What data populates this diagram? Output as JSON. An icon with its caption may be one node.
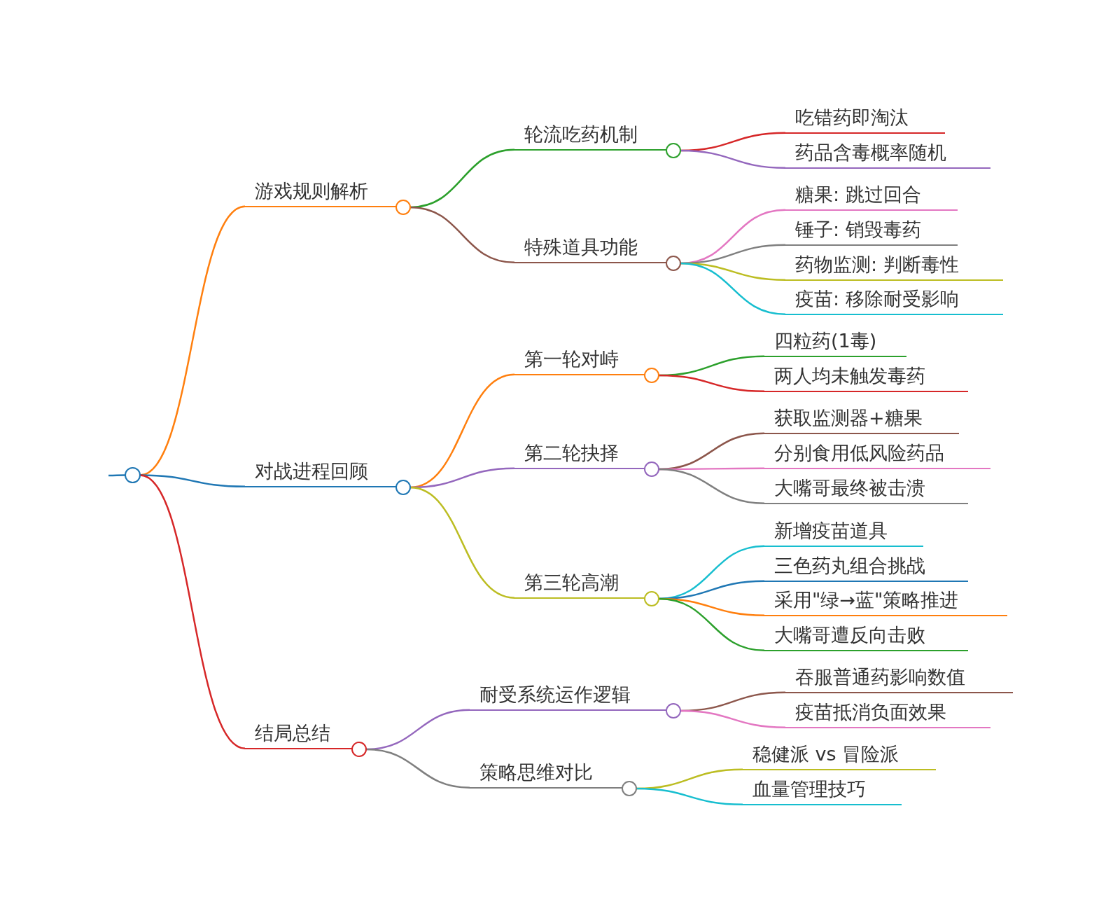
{
  "diagram": {
    "nodes": [
      {
        "text": [],
        "shape": "circle"
      },
      {
        "text": [
          "游戏规则解析"
        ]
      },
      {
        "text": [
          "轮流吃药机制"
        ]
      },
      {
        "text": [
          "吃错药即淘汰"
        ]
      },
      {
        "text": [
          "药品含毒概率随机"
        ]
      },
      {
        "text": [
          "特殊道具功能"
        ]
      },
      {
        "text": [
          "糖果: 跳过回合"
        ]
      },
      {
        "text": [
          "锤子: 销毁毒药"
        ]
      },
      {
        "text": [
          "药物监测: 判断毒性"
        ]
      },
      {
        "text": [
          "疫苗: 移除耐受影响"
        ]
      },
      {
        "text": [
          "对战进程回顾"
        ]
      },
      {
        "text": [
          "第一轮对峙"
        ]
      },
      {
        "text": [
          "四粒药(1毒)"
        ]
      },
      {
        "text": [
          "两人均未触发毒药"
        ]
      },
      {
        "text": [
          "第二轮抉择"
        ]
      },
      {
        "text": [
          "获取监测器+糖果"
        ]
      },
      {
        "text": [
          "分别食用低风险药品"
        ]
      },
      {
        "text": [
          "大嘴哥最终被击溃"
        ]
      },
      {
        "text": [
          "第三轮高潮"
        ]
      },
      {
        "text": [
          "新增疫苗道具"
        ]
      },
      {
        "text": [
          "三色药丸组合挑战"
        ]
      },
      {
        "text": [
          "采用\"绿→蓝\"策略推进"
        ]
      },
      {
        "text": [
          "大嘴哥遭反向击败"
        ]
      },
      {
        "text": [
          "结局总结"
        ]
      },
      {
        "text": [
          "耐受系统运作逻辑"
        ]
      },
      {
        "text": [
          "吞服普通药影响数值"
        ]
      },
      {
        "text": [
          "疫苗抵消负面效果"
        ]
      },
      {
        "text": [
          "策略思维对比"
        ]
      },
      {
        "text": [
          "稳健派 vs 冒险派"
        ]
      },
      {
        "text": [
          "血量管理技巧"
        ]
      }
    ],
    "edges": [
      {
        "from": null,
        "to": 0,
        "arrow": "none",
        "color": "#1f77b4"
      },
      {
        "from": 0,
        "to": 1,
        "arrow": "none",
        "color": "#ff7f0e"
      },
      {
        "from": 1,
        "to": 2,
        "arrow": "none",
        "color": "#2ca02c"
      },
      {
        "from": 2,
        "to": 3,
        "arrow": "none",
        "color": "#d62728"
      },
      {
        "from": 2,
        "to": 4,
        "arrow": "none",
        "color": "#9467bd"
      },
      {
        "from": 1,
        "to": 5,
        "arrow": "none",
        "color": "#8c564b"
      },
      {
        "from": 5,
        "to": 6,
        "arrow": "none",
        "color": "#e377c2"
      },
      {
        "from": 5,
        "to": 7,
        "arrow": "none",
        "color": "#7f7f7f"
      },
      {
        "from": 5,
        "to": 8,
        "arrow": "none",
        "color": "#bcbd22"
      },
      {
        "from": 5,
        "to": 9,
        "arrow": "none",
        "color": "#17becf"
      },
      {
        "from": 0,
        "to": 10,
        "arrow": "none",
        "color": "#1f77b4"
      },
      {
        "from": 10,
        "to": 11,
        "arrow": "none",
        "color": "#ff7f0e"
      },
      {
        "from": 11,
        "to": 12,
        "arrow": "none",
        "color": "#2ca02c"
      },
      {
        "from": 11,
        "to": 13,
        "arrow": "none",
        "color": "#d62728"
      },
      {
        "from": 10,
        "to": 14,
        "arrow": "none",
        "color": "#9467bd"
      },
      {
        "from": 14,
        "to": 15,
        "arrow": "none",
        "color": "#8c564b"
      },
      {
        "from": 14,
        "to": 16,
        "arrow": "none",
        "color": "#e377c2"
      },
      {
        "from": 14,
        "to": 17,
        "arrow": "none",
        "color": "#7f7f7f"
      },
      {
        "from": 10,
        "to": 18,
        "arrow": "none",
        "color": "#bcbd22"
      },
      {
        "from": 18,
        "to": 19,
        "arrow": "none",
        "color": "#17becf"
      },
      {
        "from": 18,
        "to": 20,
        "arrow": "none",
        "color": "#1f77b4"
      },
      {
        "from": 18,
        "to": 21,
        "arrow": "none",
        "color": "#ff7f0e"
      },
      {
        "from": 18,
        "to": 22,
        "arrow": "none",
        "color": "#2ca02c"
      },
      {
        "from": 0,
        "to": 23,
        "arrow": "none",
        "color": "#d62728"
      },
      {
        "from": 23,
        "to": 24,
        "arrow": "none",
        "color": "#9467bd"
      },
      {
        "from": 24,
        "to": 25,
        "arrow": "none",
        "color": "#8c564b"
      },
      {
        "from": 24,
        "to": 26,
        "arrow": "none",
        "color": "#e377c2"
      },
      {
        "from": 23,
        "to": 27,
        "arrow": "none",
        "color": "#7f7f7f"
      },
      {
        "from": 27,
        "to": 28,
        "arrow": "none",
        "color": "#bcbd22"
      },
      {
        "from": 27,
        "to": 29,
        "arrow": "none",
        "color": "#17becf"
      }
    ]
  }
}
